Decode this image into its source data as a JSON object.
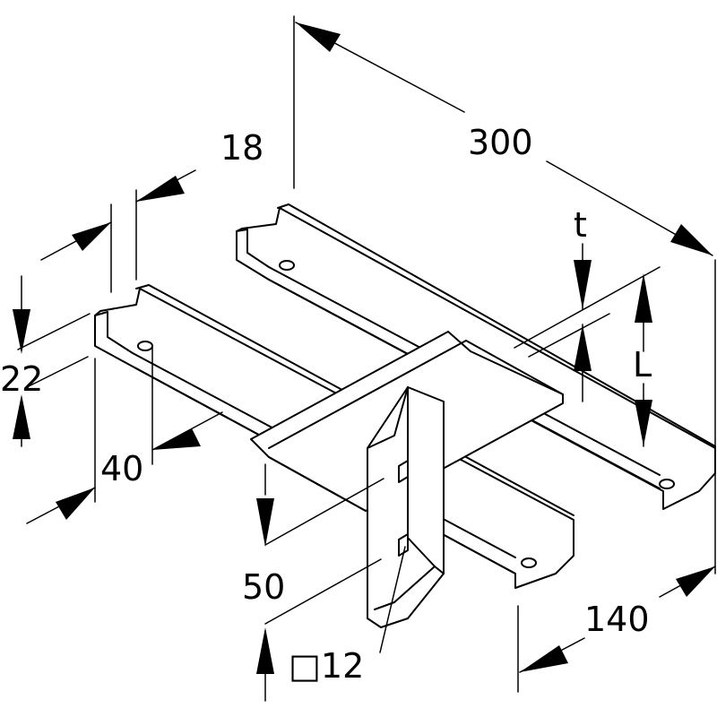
{
  "dimensions": {
    "length": "300",
    "slot_width": "18",
    "height_22": "22",
    "width_40": "40",
    "height_50": "50",
    "depth_140": "140",
    "square_12": "□12",
    "thickness": "t",
    "length_var": "L"
  }
}
